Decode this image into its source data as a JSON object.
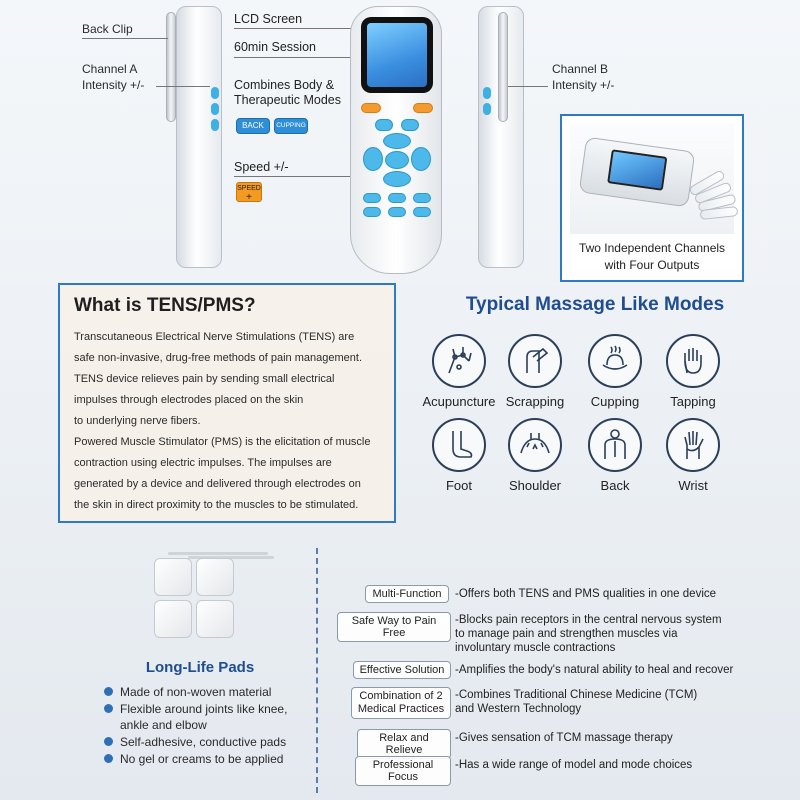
{
  "device": {
    "callouts": {
      "back_clip": "Back Clip",
      "channel_a": "Channel A",
      "channel_a_2": "Intensity +/-",
      "lcd_screen": "LCD Screen",
      "session": "60min Session",
      "combines": "Combines Body &",
      "combines_2": "Therapeutic Modes",
      "speed": "Speed +/-",
      "channel_b": "Channel B",
      "channel_b_2": "Intensity +/-"
    },
    "buttons": {
      "back": "BACK",
      "cupping": "CUPPING",
      "speed_top": "SPEED",
      "speed_plus": "+"
    },
    "inset_caption_1": "Two Independent Channels",
    "inset_caption_2": "with Four Outputs"
  },
  "tens": {
    "title": "What is TENS/PMS?",
    "lines": [
      "Transcutaneous Electrical Nerve Stimulations (TENS) are",
      "safe non-invasive, drug-free methods of pain management.",
      "TENS device relieves pain by sending small electrical",
      "impulses through electrodes placed on the skin",
      "to underlying nerve fibers.",
      "Powered Muscle Stimulator (PMS) is the elicitation of muscle",
      "contraction using electric impulses. The impulses are",
      "generated by a device and delivered through electrodes on",
      "the skin in direct proximity to the muscles to be stimulated."
    ]
  },
  "modes": {
    "title": "Typical Massage Like Modes",
    "items": [
      {
        "label": "Acupuncture",
        "icon": "acupuncture-icon"
      },
      {
        "label": "Scrapping",
        "icon": "scrapping-icon"
      },
      {
        "label": "Cupping",
        "icon": "cupping-icon"
      },
      {
        "label": "Tapping",
        "icon": "tapping-icon"
      },
      {
        "label": "Foot",
        "icon": "foot-icon"
      },
      {
        "label": "Shoulder",
        "icon": "shoulder-icon"
      },
      {
        "label": "Back",
        "icon": "back-icon"
      },
      {
        "label": "Wrist",
        "icon": "wrist-icon"
      }
    ]
  },
  "pads": {
    "title": "Long-Life Pads",
    "items": [
      "Made of non-woven material",
      "Flexible around joints like knee,",
      "ankle and elbow",
      "Self-adhesive, conductive pads",
      "No gel or creams to be applied"
    ]
  },
  "features": [
    {
      "tag": "Multi-Function",
      "desc": "-Offers both TENS and PMS qualities in one device"
    },
    {
      "tag": "Safe Way to Pain Free",
      "desc": "-Blocks pain receptors in the central nervous system",
      "desc_2": "to manage pain and strengthen muscles via",
      "desc_3": "involuntary muscle contractions"
    },
    {
      "tag": "Effective Solution",
      "desc": "-Amplifies the body's natural ability to heal and recover"
    },
    {
      "tag": "Combination of 2",
      "tag_2": "Medical Practices",
      "desc": "-Combines Traditional Chinese Medicine (TCM)",
      "desc_2": "and Western Technology"
    },
    {
      "tag": "Relax and Relieve",
      "desc": "-Gives sensation of TCM massage therapy"
    },
    {
      "tag": "Professional Focus",
      "desc": "-Has a wide range of model and mode choices"
    }
  ],
  "colors": {
    "accent_blue": "#2f7ac7",
    "title_blue": "#1f4d8f",
    "button_blue": "#4db8ea",
    "button_orange": "#f49b2f"
  }
}
